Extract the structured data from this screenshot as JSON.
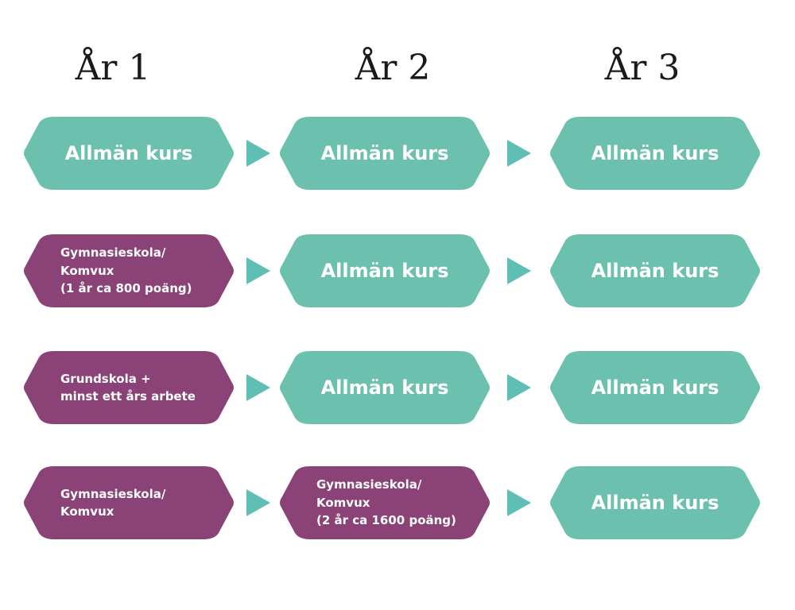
{
  "colors": {
    "teal": "#6cc1ae",
    "purple": "#8b4277",
    "arrow": "#5fbfb5"
  },
  "years": [
    "År 1",
    "År 2",
    "År 3"
  ],
  "rows": [
    [
      {
        "text": "Allmän kurs",
        "color": "teal"
      },
      {
        "text": "Allmän kurs",
        "color": "teal"
      },
      {
        "text": "Allmän kurs",
        "color": "teal"
      }
    ],
    [
      {
        "text": "Gymnasieskola/\nKomvux\n(1 år ca 800 poäng)",
        "color": "purple"
      },
      {
        "text": "Allmän kurs",
        "color": "teal"
      },
      {
        "text": "Allmän kurs",
        "color": "teal"
      }
    ],
    [
      {
        "text": "Grundskola +\nminst ett års arbete",
        "color": "purple"
      },
      {
        "text": "Allmän kurs",
        "color": "teal"
      },
      {
        "text": "Allmän kurs",
        "color": "teal"
      }
    ],
    [
      {
        "text": "Gymnasieskola/\nKomvux",
        "color": "purple"
      },
      {
        "text": "Gymnasieskola/\nKomvux\n(2 år ca 1600 poäng)",
        "color": "purple"
      },
      {
        "text": "Allmän kurs",
        "color": "teal"
      }
    ]
  ]
}
